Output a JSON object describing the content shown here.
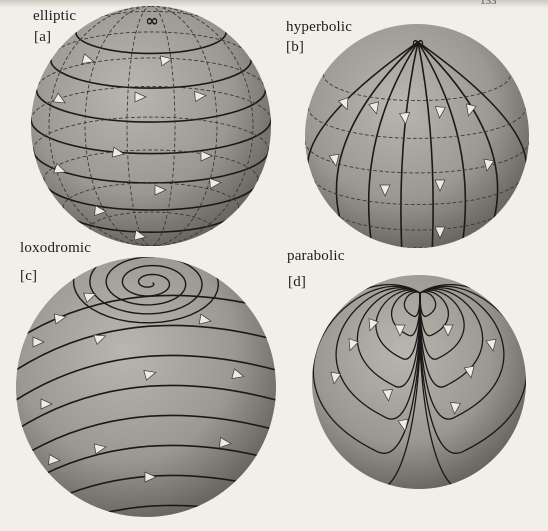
{
  "page_header": {
    "corner_text": "133"
  },
  "panels": [
    {
      "id": "a",
      "title": "elliptic",
      "tag": "[a]"
    },
    {
      "id": "b",
      "title": "hyperbolic",
      "tag": "[b]"
    },
    {
      "id": "c",
      "title": "loxodromic",
      "tag": "[c]"
    },
    {
      "id": "d",
      "title": "parabolic",
      "tag": "[d]"
    }
  ],
  "infinity_symbol": "∞",
  "colors": {
    "paper": "#f1efe9",
    "sphere_fill": "#9b9892",
    "sphere_shadow": "#5f5c57",
    "flow_line": "#1a1917",
    "dashed_line": "#3a3835",
    "arrow_fill": "#ecebe6"
  }
}
